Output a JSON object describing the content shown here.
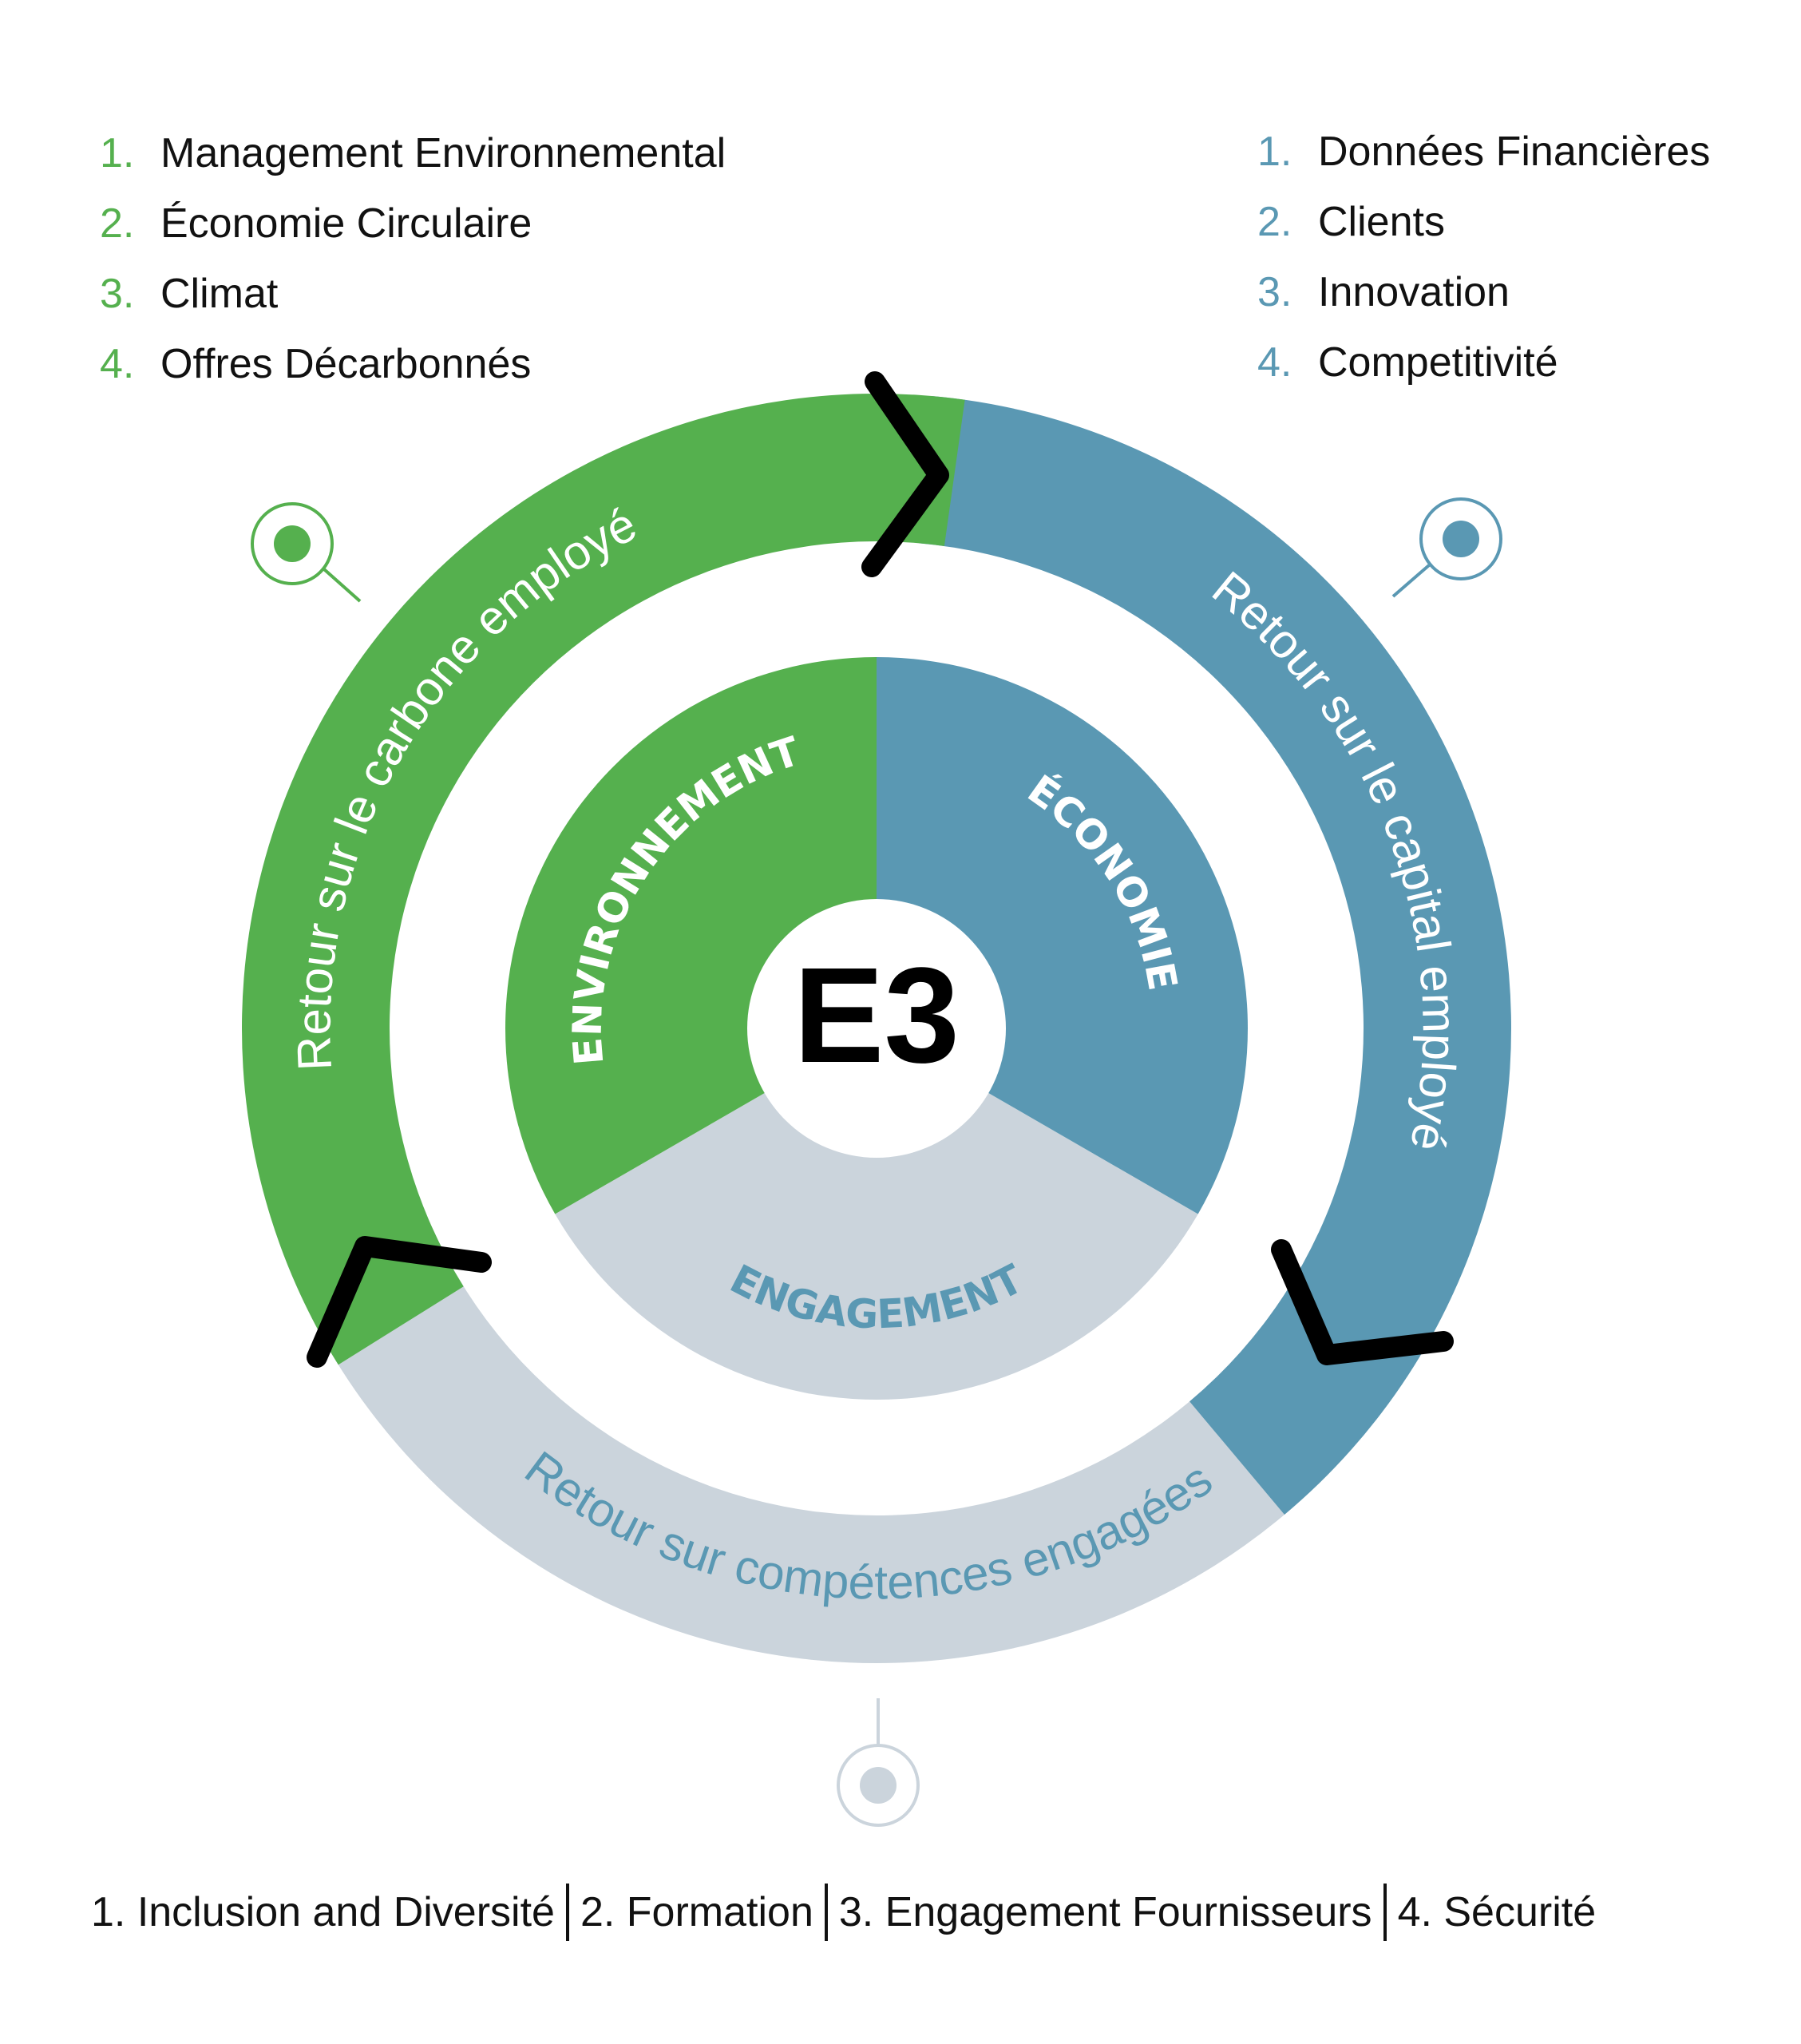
{
  "colors": {
    "environment": "#55b04e",
    "economy": "#5a98b3",
    "engagement": "#cbd4dc",
    "chevron": "#000000",
    "center": "#ffffff",
    "text_dark": "#111111"
  },
  "environment_list": {
    "items": [
      {
        "num": "1.",
        "label": "Management Environnemental"
      },
      {
        "num": "2.",
        "label": "Économie Circulaire"
      },
      {
        "num": "3.",
        "label": "Climat"
      },
      {
        "num": "4.",
        "label": "Offres Décarbonnés"
      }
    ]
  },
  "economy_list": {
    "items": [
      {
        "num": "1.",
        "label": "Données Financières"
      },
      {
        "num": "2.",
        "label": "Clients"
      },
      {
        "num": "3.",
        "label": "Innovation"
      },
      {
        "num": "4.",
        "label": "Competitivité"
      }
    ]
  },
  "engagement_list": {
    "items": [
      {
        "label": "1.  Inclusion and Diversité"
      },
      {
        "label": "2. Formation"
      },
      {
        "label": "3. Engagement Fournisseurs"
      },
      {
        "label": "4. Sécurité"
      }
    ]
  },
  "outer_ring": {
    "environment_label": "Retour sur le carbone employé",
    "economy_label": "Retour sur le capital employé",
    "engagement_label": "Retour sur compétences engagées"
  },
  "inner_pie": {
    "environment_label": "ENVIRONNEMENT",
    "economy_label": "ÉCONOMIE",
    "engagement_label": "ENGAGEMENT"
  },
  "center": {
    "label": "E3"
  },
  "icons": {
    "environment_marker": "target-pin-icon",
    "economy_marker": "target-pin-icon",
    "engagement_marker": "target-pin-icon"
  }
}
